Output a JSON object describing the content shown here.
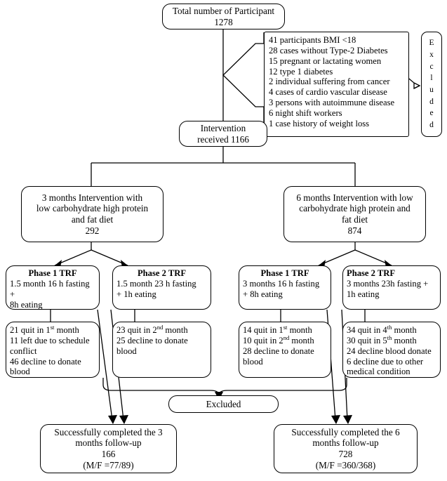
{
  "diagram": {
    "title": "Study participant flow diagram",
    "type": "flowchart"
  },
  "nodes": {
    "total_participants": {
      "line1": "Total number of Participant",
      "line2": "1278"
    },
    "exclusion_list": {
      "items": [
        "41 participants BMI <18",
        "28 cases without Type-2 Diabetes",
        "15 pregnant or lactating women",
        "12 type 1 diabetes",
        "2 individual suffering from cancer",
        "4 cases of cardio vascular disease",
        "3 persons with autoimmune disease",
        "6 night shift workers",
        "1 case history of weight loss"
      ]
    },
    "excluded_vertical": {
      "letters": [
        "E",
        "x",
        "c",
        "l",
        "u",
        "d",
        "e",
        "d"
      ],
      "label": "Excluded"
    },
    "intervention_received": {
      "line1": "Intervention",
      "line2": "received 1166"
    },
    "arm_3months": {
      "line1": "3 months Intervention with",
      "line2": "low carbohydrate high protein",
      "line3": "and fat diet",
      "line4": "292"
    },
    "arm_6months": {
      "line1": "6 months Intervention with low",
      "line2": "carbohydrate high protein and",
      "line3": "fat diet",
      "line4": "874"
    },
    "phase_a1": {
      "heading": "Phase 1 TRF",
      "line1": "1.5 month 16 h fasting +",
      "line2": "8h eating"
    },
    "phase_a2": {
      "heading": "Phase 2 TRF",
      "line1": "1.5 month 23 h fasting",
      "line2": "+ 1h eating"
    },
    "phase_b1": {
      "heading": "Phase 1 TRF",
      "line1": "3 months 16 h fasting",
      "line2": "+ 8h eating"
    },
    "phase_b2": {
      "heading": "Phase 2 TRF",
      "line1": "3 months 23h fasting +",
      "line2": "1h eating"
    },
    "dropout_a1": {
      "items": [
        "21 quit in 1st month",
        "11 left due to schedule",
        "conflict",
        "46 decline to donate",
        "blood"
      ],
      "sup": [
        "st",
        "",
        "",
        "",
        ""
      ]
    },
    "dropout_a2": {
      "items": [
        "23 quit in 2nd month",
        "25 decline to donate",
        "blood"
      ],
      "sup": [
        "nd",
        "",
        ""
      ]
    },
    "dropout_b1": {
      "items": [
        "14 quit in 1st month",
        "10 quit in 2nd month",
        "28 decline to donate",
        "blood"
      ],
      "sup": [
        "st",
        "nd",
        "",
        ""
      ]
    },
    "dropout_b2": {
      "items": [
        "34 quit in 4th month",
        "30 quit in 5th month",
        "24 decline blood donate",
        "6 decline due to other",
        "medical condition"
      ],
      "sup": [
        "th",
        "th",
        "",
        "",
        ""
      ]
    },
    "excluded_bottom": {
      "label": "Excluded"
    },
    "completed_3months": {
      "line1": "Successfully completed the 3",
      "line2": "months follow-up",
      "line3": "166",
      "line4": "(M/F =77/89)"
    },
    "completed_6months": {
      "line1": "Successfully completed the 6",
      "line2": "months follow-up",
      "line3": "728",
      "line4": "(M/F =360/368)"
    }
  },
  "colors": {
    "stroke": "#000000",
    "background": "#ffffff"
  }
}
